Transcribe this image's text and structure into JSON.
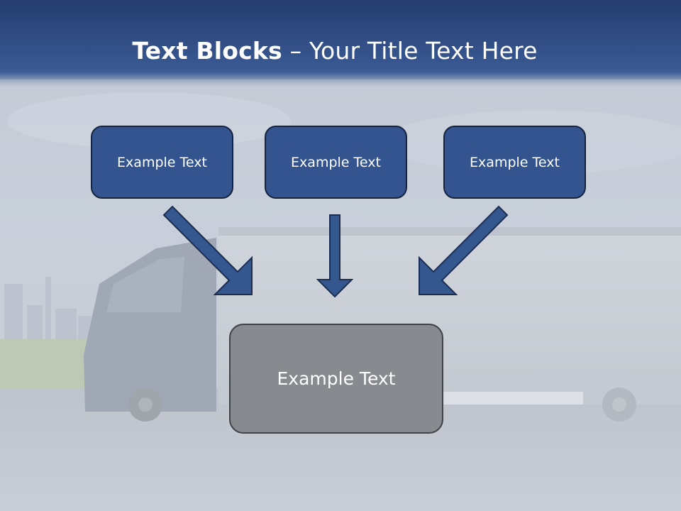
{
  "slide": {
    "title_bold": "Text Blocks",
    "title_rest": " – Your Title Text Here",
    "blocks": [
      {
        "label": "Example Text"
      },
      {
        "label": "Example Text"
      },
      {
        "label": "Example Text"
      }
    ],
    "target": {
      "label": "Example Text"
    }
  },
  "colors": {
    "header_blue": "#2b4a84",
    "block_fill": "#33548f",
    "block_border": "#16233f",
    "target_fill": "#878a8e",
    "arrow_fill": "#35578f"
  }
}
